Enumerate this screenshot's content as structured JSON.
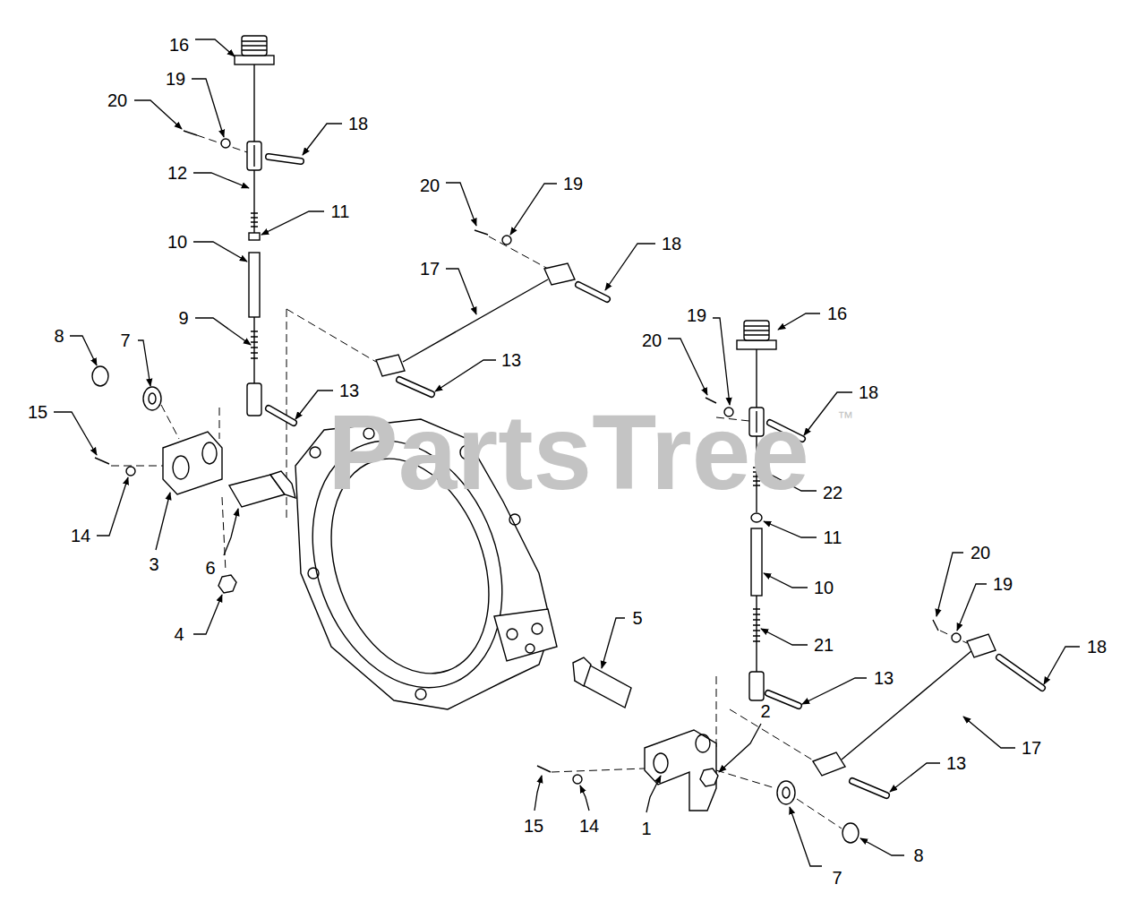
{
  "diagram": {
    "labels": [
      "16",
      "20",
      "19",
      "18",
      "12",
      "11",
      "10",
      "9",
      "8",
      "7",
      "15",
      "14",
      "3",
      "6",
      "4",
      "20",
      "19",
      "18",
      "17",
      "13",
      "13",
      "19",
      "20",
      "16",
      "18",
      "22",
      "11",
      "10",
      "21",
      "5",
      "13",
      "20",
      "19",
      "18",
      "17",
      "13",
      "2",
      "15",
      "14",
      "1",
      "7",
      "8",
      "PartsTree",
      "™"
    ]
  }
}
